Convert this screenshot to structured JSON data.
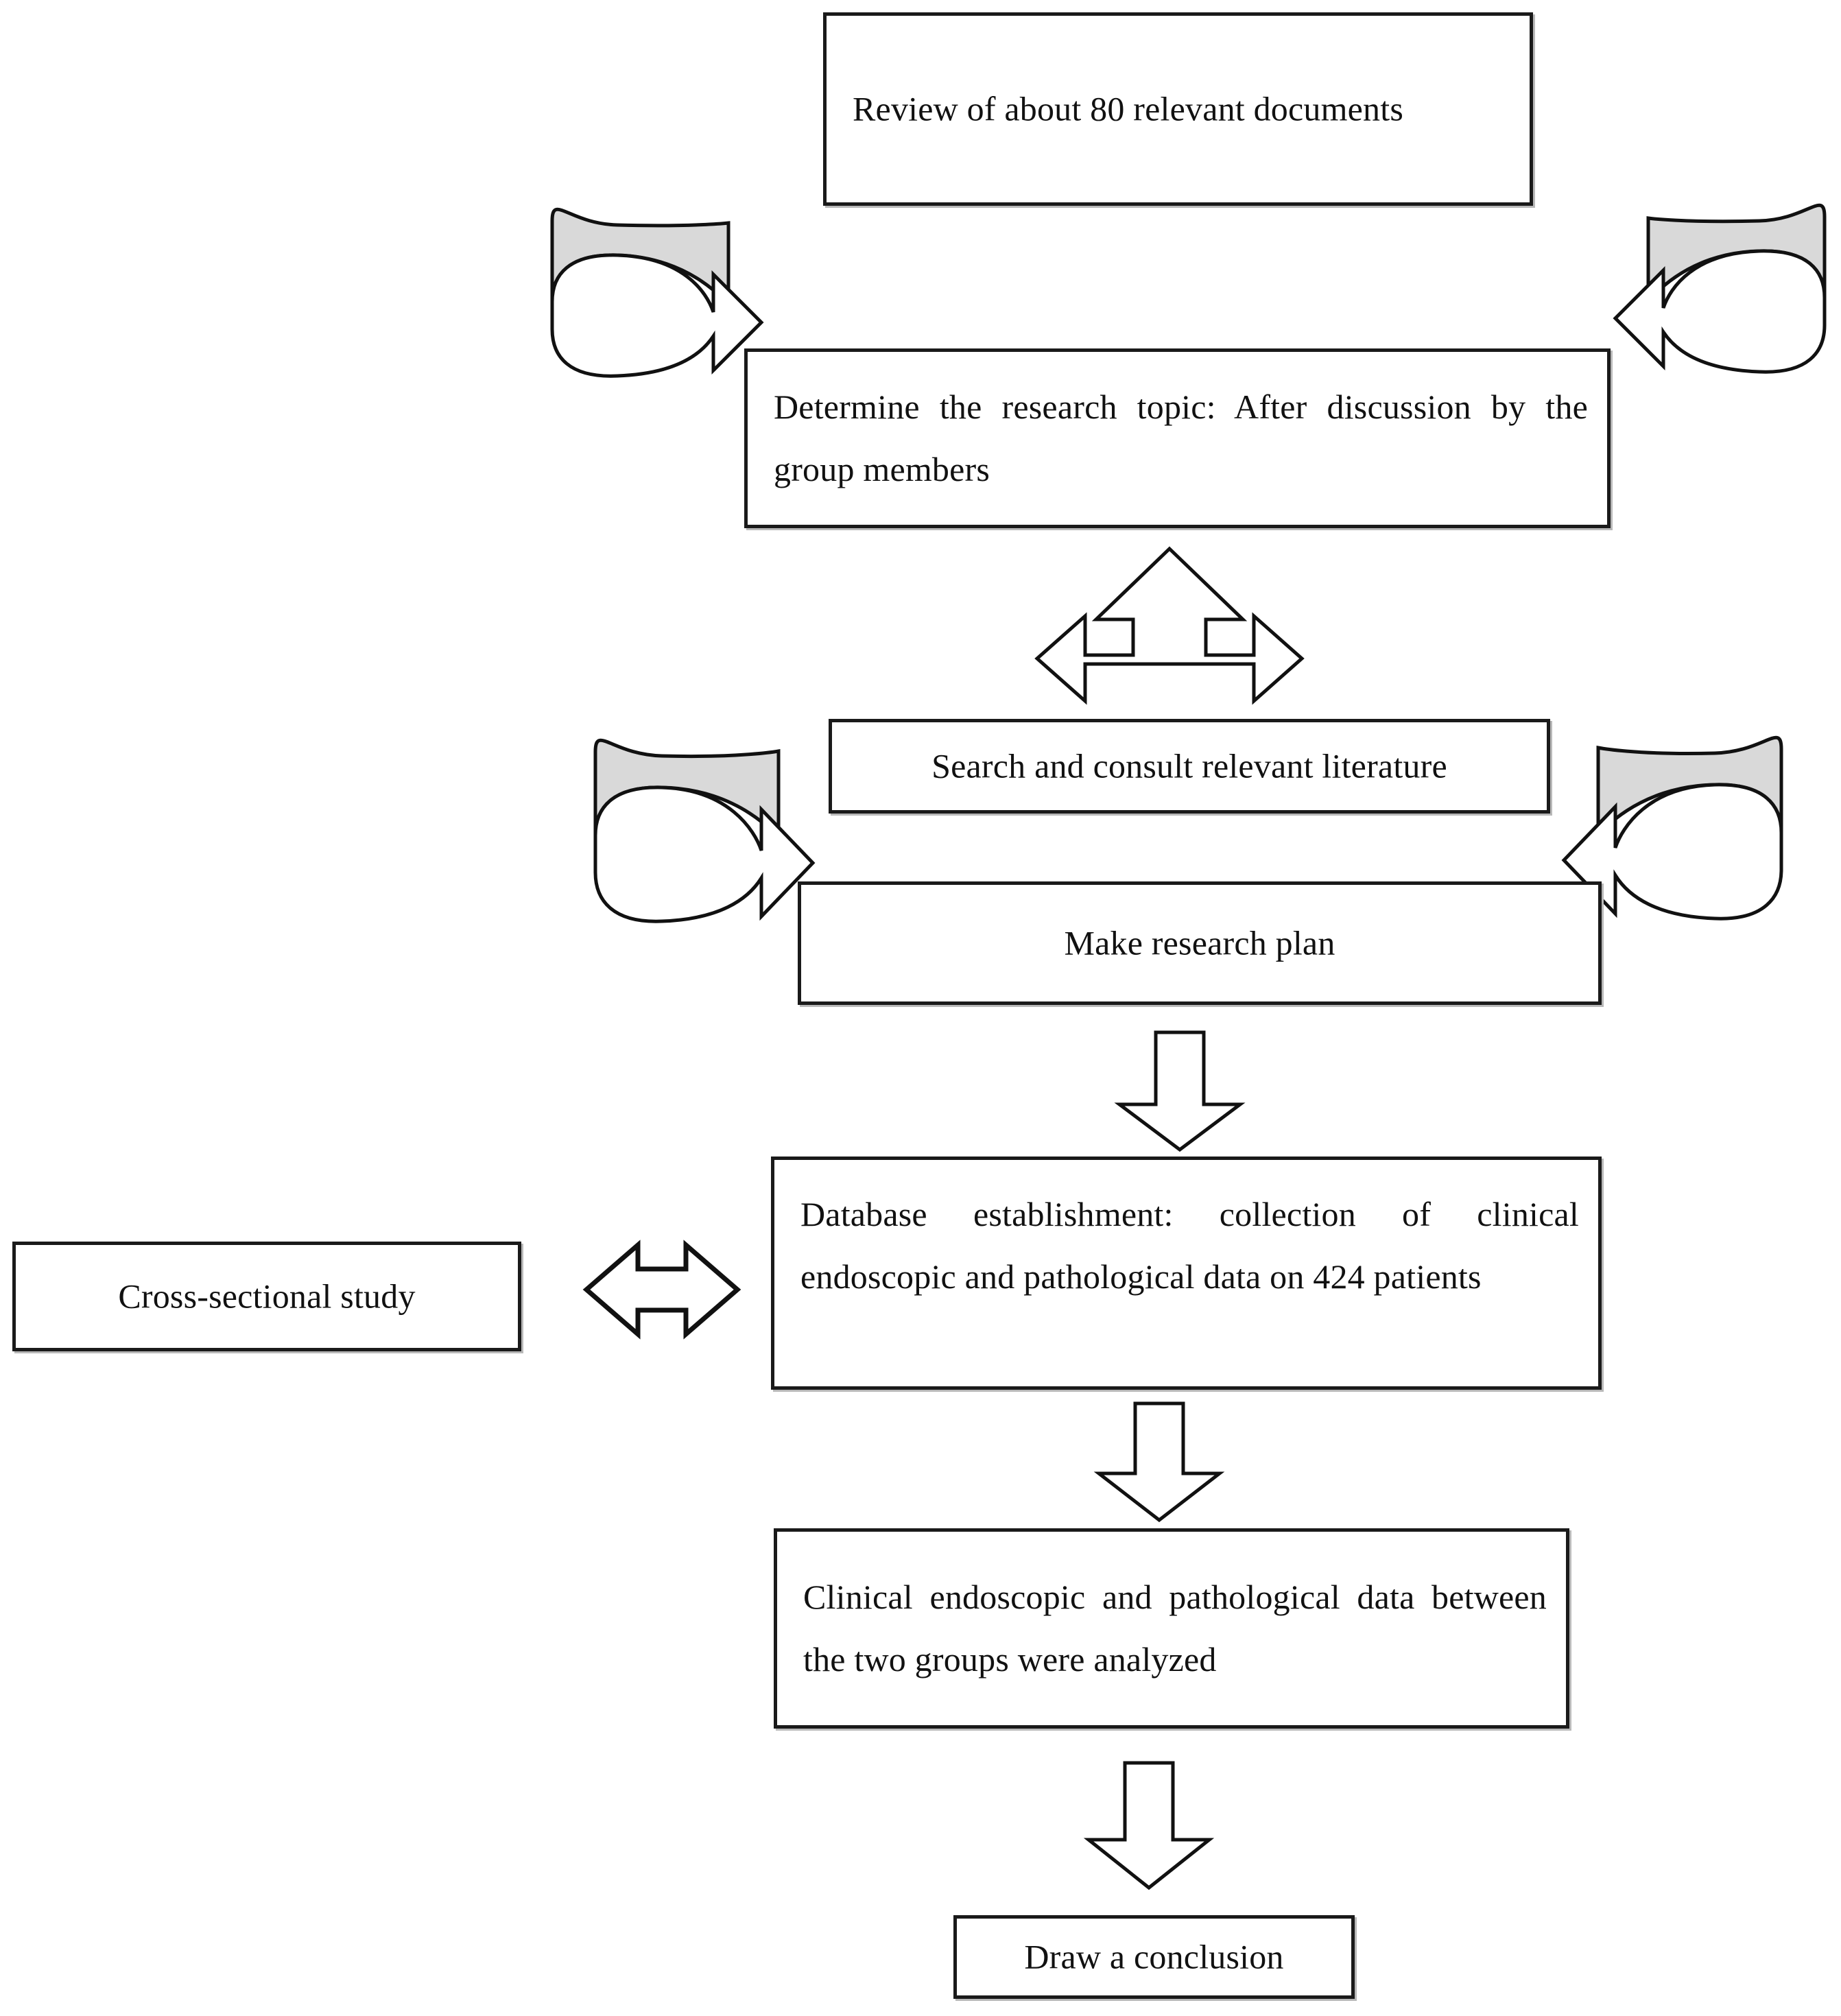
{
  "diagram": {
    "title": "Research workflow flowchart",
    "type": "flowchart",
    "nodes": [
      {
        "id": "review-documents",
        "label": "Review of about 80 relevant documents"
      },
      {
        "id": "determine-topic",
        "label": "Determine the research topic: After discussion by the group members"
      },
      {
        "id": "search-literature",
        "label": "Search and consult relevant literature"
      },
      {
        "id": "make-plan",
        "label": "Make research plan"
      },
      {
        "id": "cross-sectional-study",
        "label": "Cross-sectional study"
      },
      {
        "id": "database-establishment",
        "label": "Database establishment: collection of clinical endoscopic and pathological data on 424 patients"
      },
      {
        "id": "analyze-data",
        "label": "Clinical endoscopic and pathological data between the two groups were analyzed"
      },
      {
        "id": "draw-conclusion",
        "label": "Draw a conclusion"
      }
    ],
    "connectors": [
      {
        "id": "uturn-left-top",
        "kind": "u-turn-arrow-right",
        "from": "review-documents",
        "to": "determine-topic"
      },
      {
        "id": "uturn-right-top",
        "kind": "u-turn-arrow-left",
        "from": "review-documents",
        "to": "determine-topic"
      },
      {
        "id": "triple-arrow",
        "kind": "three-way-arrow",
        "from": "determine-topic",
        "to": "search-literature"
      },
      {
        "id": "uturn-left-mid",
        "kind": "u-turn-arrow-right",
        "from": "search-literature",
        "to": "make-plan"
      },
      {
        "id": "uturn-right-mid",
        "kind": "u-turn-arrow-left",
        "from": "search-literature",
        "to": "make-plan"
      },
      {
        "id": "down-plan-db",
        "kind": "down-arrow",
        "from": "make-plan",
        "to": "database-establishment"
      },
      {
        "id": "bidir-cross-db",
        "kind": "double-arrow",
        "from": "cross-sectional-study",
        "to": "database-establishment"
      },
      {
        "id": "down-db-analyze",
        "kind": "down-arrow",
        "from": "database-establishment",
        "to": "analyze-data"
      },
      {
        "id": "down-analyze-conc",
        "kind": "down-arrow",
        "from": "analyze-data",
        "to": "draw-conclusion"
      }
    ],
    "colors": {
      "stroke": "#111111",
      "box_fill": "#ffffff",
      "arrow_fill": "#ffffff",
      "arrow_shade": "#d9d9d9",
      "box_shadow": "#b8b8b8"
    }
  }
}
